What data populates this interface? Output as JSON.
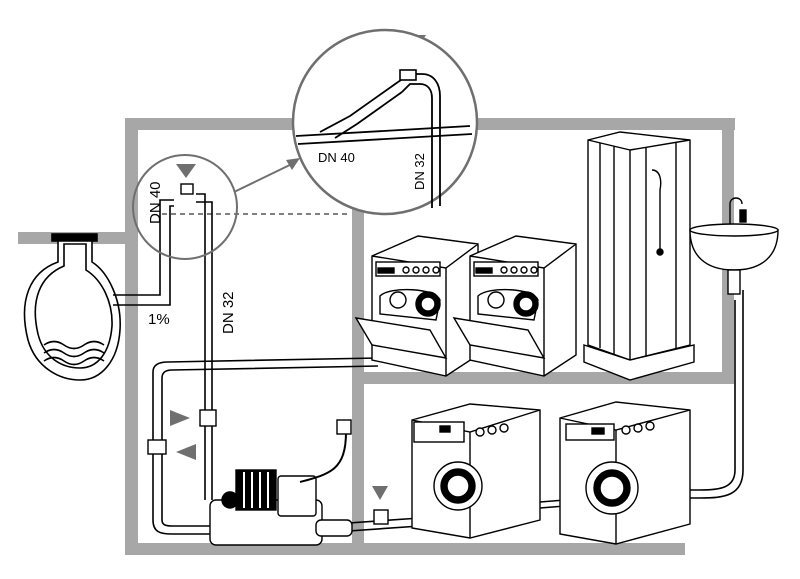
{
  "labels": {
    "pipe_vertical_left": "DN 40",
    "pipe_vertical_main": "DN 32",
    "slope": "1%",
    "zoom_pipe_large": "DN 40",
    "zoom_pipe_small": "DN 32"
  },
  "colors": {
    "wall": "#a7a7a7",
    "line": "#000000",
    "marker": "#6f6f6f",
    "paper": "#ffffff"
  },
  "icons": [
    "manhole-icon",
    "vent-valve-icon",
    "shutoff-valve-icon",
    "check-valve-icon",
    "dishwasher-icon",
    "shower-cabin-icon",
    "washbasin-icon",
    "washing-machine-icon",
    "lifting-pump-icon",
    "flow-arrow-icon"
  ]
}
